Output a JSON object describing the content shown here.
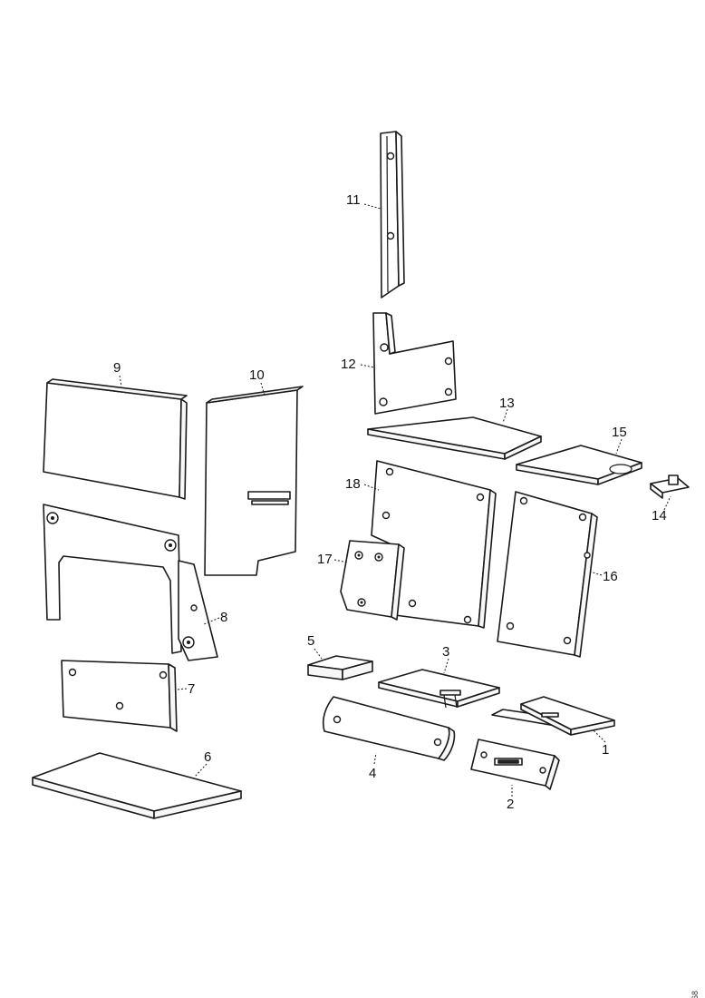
{
  "diagram": {
    "type": "exploded parts view",
    "line_color": "#1a1a1a",
    "background": "#ffffff",
    "parts": [
      {
        "number": "1",
        "icon": "tray-plate-icon"
      },
      {
        "number": "2",
        "icon": "clip-bracket-icon"
      },
      {
        "number": "3",
        "icon": "slotted-plate-icon"
      },
      {
        "number": "4",
        "icon": "curved-plate-icon"
      },
      {
        "number": "5",
        "icon": "block-icon"
      },
      {
        "number": "6",
        "icon": "base-plate-icon"
      },
      {
        "number": "7",
        "icon": "rear-plate-icon"
      },
      {
        "number": "8",
        "icon": "side-frame-icon"
      },
      {
        "number": "9",
        "icon": "top-panel-icon"
      },
      {
        "number": "10",
        "icon": "door-panel-icon"
      },
      {
        "number": "11",
        "icon": "upright-bar-icon"
      },
      {
        "number": "12",
        "icon": "corner-bracket-icon"
      },
      {
        "number": "13",
        "icon": "shelf-plate-icon"
      },
      {
        "number": "14",
        "icon": "small-clip-icon"
      },
      {
        "number": "15",
        "icon": "notched-plate-icon"
      },
      {
        "number": "16",
        "icon": "right-panel-icon"
      },
      {
        "number": "17",
        "icon": "small-bracket-icon"
      },
      {
        "number": "18",
        "icon": "left-panel-icon"
      }
    ]
  },
  "doc_id": "1650468"
}
